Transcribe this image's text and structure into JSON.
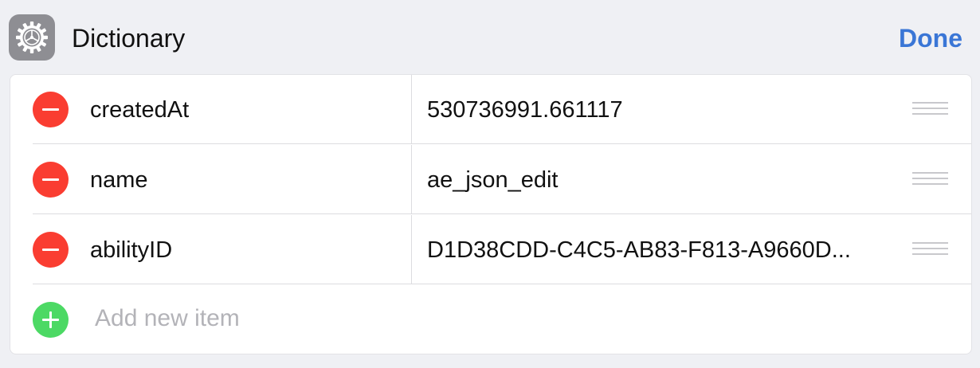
{
  "header": {
    "app_icon": "gear-icon",
    "title": "Dictionary",
    "done_label": "Done"
  },
  "rows": [
    {
      "key": "createdAt",
      "value": "530736991.661117",
      "delete_icon": "minus-circle-icon",
      "drag_icon": "drag-handle-icon"
    },
    {
      "key": "name",
      "value": "ae_json_edit",
      "delete_icon": "minus-circle-icon",
      "drag_icon": "drag-handle-icon"
    },
    {
      "key": "abilityID",
      "value": "D1D38CDD-C4C5-AB83-F813-A9660D...",
      "delete_icon": "minus-circle-icon",
      "drag_icon": "drag-handle-icon"
    }
  ],
  "add_item": {
    "label": "Add new item",
    "icon": "plus-circle-icon"
  },
  "colors": {
    "accent": "#3a76d6",
    "delete": "#fa3d31",
    "add": "#4cd964",
    "background": "#eff0f4"
  }
}
